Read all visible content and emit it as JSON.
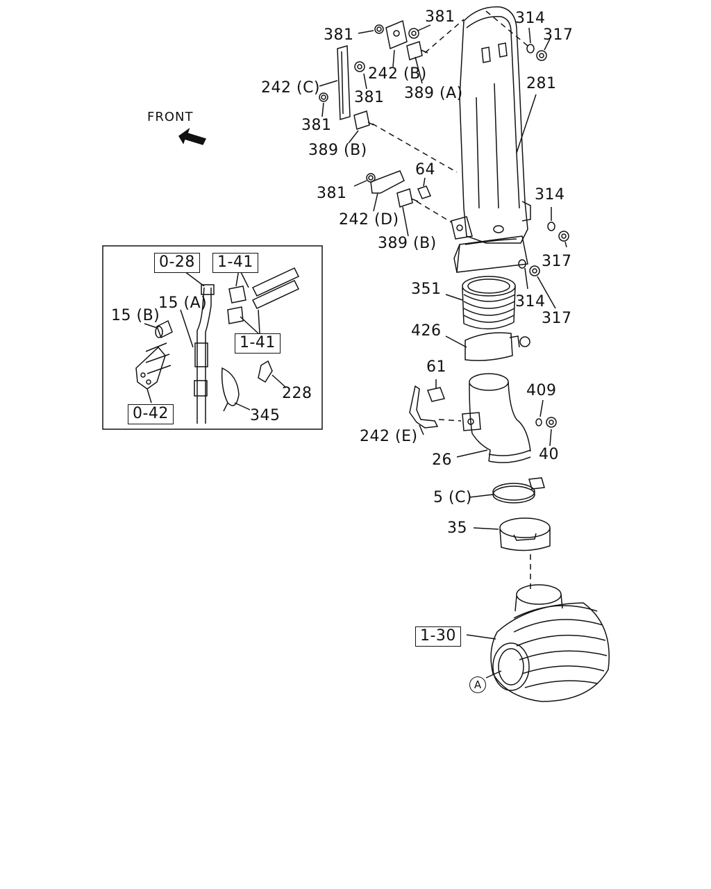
{
  "front_label": "FRONT",
  "callouts": {
    "c381_a": "381",
    "c381_b": "381",
    "c242b": "242 (B)",
    "c389a": "389 (A)",
    "c242c": "242 (C)",
    "c381_c": "381",
    "c381_d": "381",
    "c389b_a": "389 (B)",
    "c314_a": "314",
    "c317_a": "317",
    "c281": "281",
    "c381_e": "381",
    "c64": "64",
    "c242d": "242 (D)",
    "c389b_b": "389 (B)",
    "c314_b": "314",
    "c317_b": "317",
    "c314_c": "314",
    "c317_c": "317",
    "c351": "351",
    "c426": "426",
    "c61": "61",
    "c409": "409",
    "c242e": "242 (E)",
    "c40": "40",
    "c26": "26",
    "c5c": "5 (C)",
    "c35": "35",
    "c130": "1-30",
    "cA": "A"
  },
  "inset": {
    "c028": "0-28",
    "c141_a": "1-41",
    "c141_b": "1-41",
    "c15a": "15 (A)",
    "c15b": "15 (B)",
    "c228": "228",
    "c345": "345",
    "c042": "0-42"
  }
}
